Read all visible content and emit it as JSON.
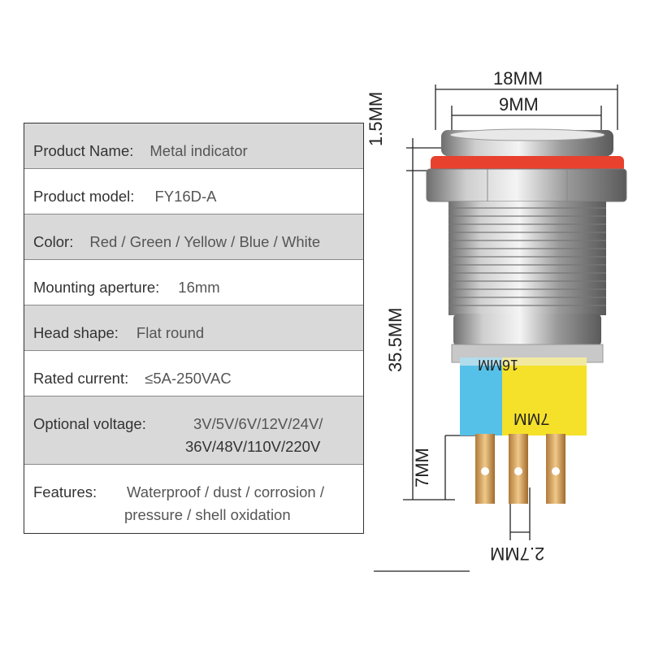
{
  "specs": [
    {
      "label": "Product Name:",
      "value": "Metal indicator"
    },
    {
      "label": "Product model:",
      "value": "FY16D-A"
    },
    {
      "label": "Color:",
      "value": "Red / Green / Yellow / Blue / White"
    },
    {
      "label": "Mounting aperture:",
      "value": "16mm"
    },
    {
      "label": "Head shape:",
      "value": "Flat round"
    },
    {
      "label": "Rated current:",
      "value": "≤5A-250VAC"
    },
    {
      "label": "Optional voltage:",
      "value_line1": "3V/5V/6V/12V/24V/",
      "value_line2": "36V/48V/110V/220V"
    },
    {
      "label": "Features:",
      "value_line1": "Waterproof / dust / corrosion /",
      "value_line2": "pressure / shell oxidation"
    }
  ],
  "dimensions": {
    "outer_diameter": "18MM",
    "head_diameter": "9MM",
    "head_height": "1.5MM",
    "total_length": "35.5MM",
    "thread_label": "16MM",
    "pin_length": "7MM",
    "sleeve_label": "7MM",
    "pin_pitch": "2.7MM"
  },
  "colors": {
    "row_gray": "#d9d9d9",
    "gasket": "#e8412e",
    "label_blue": "#56c1e8",
    "label_yellow": "#f5e12a",
    "pin_gold": "#d9a35c"
  }
}
